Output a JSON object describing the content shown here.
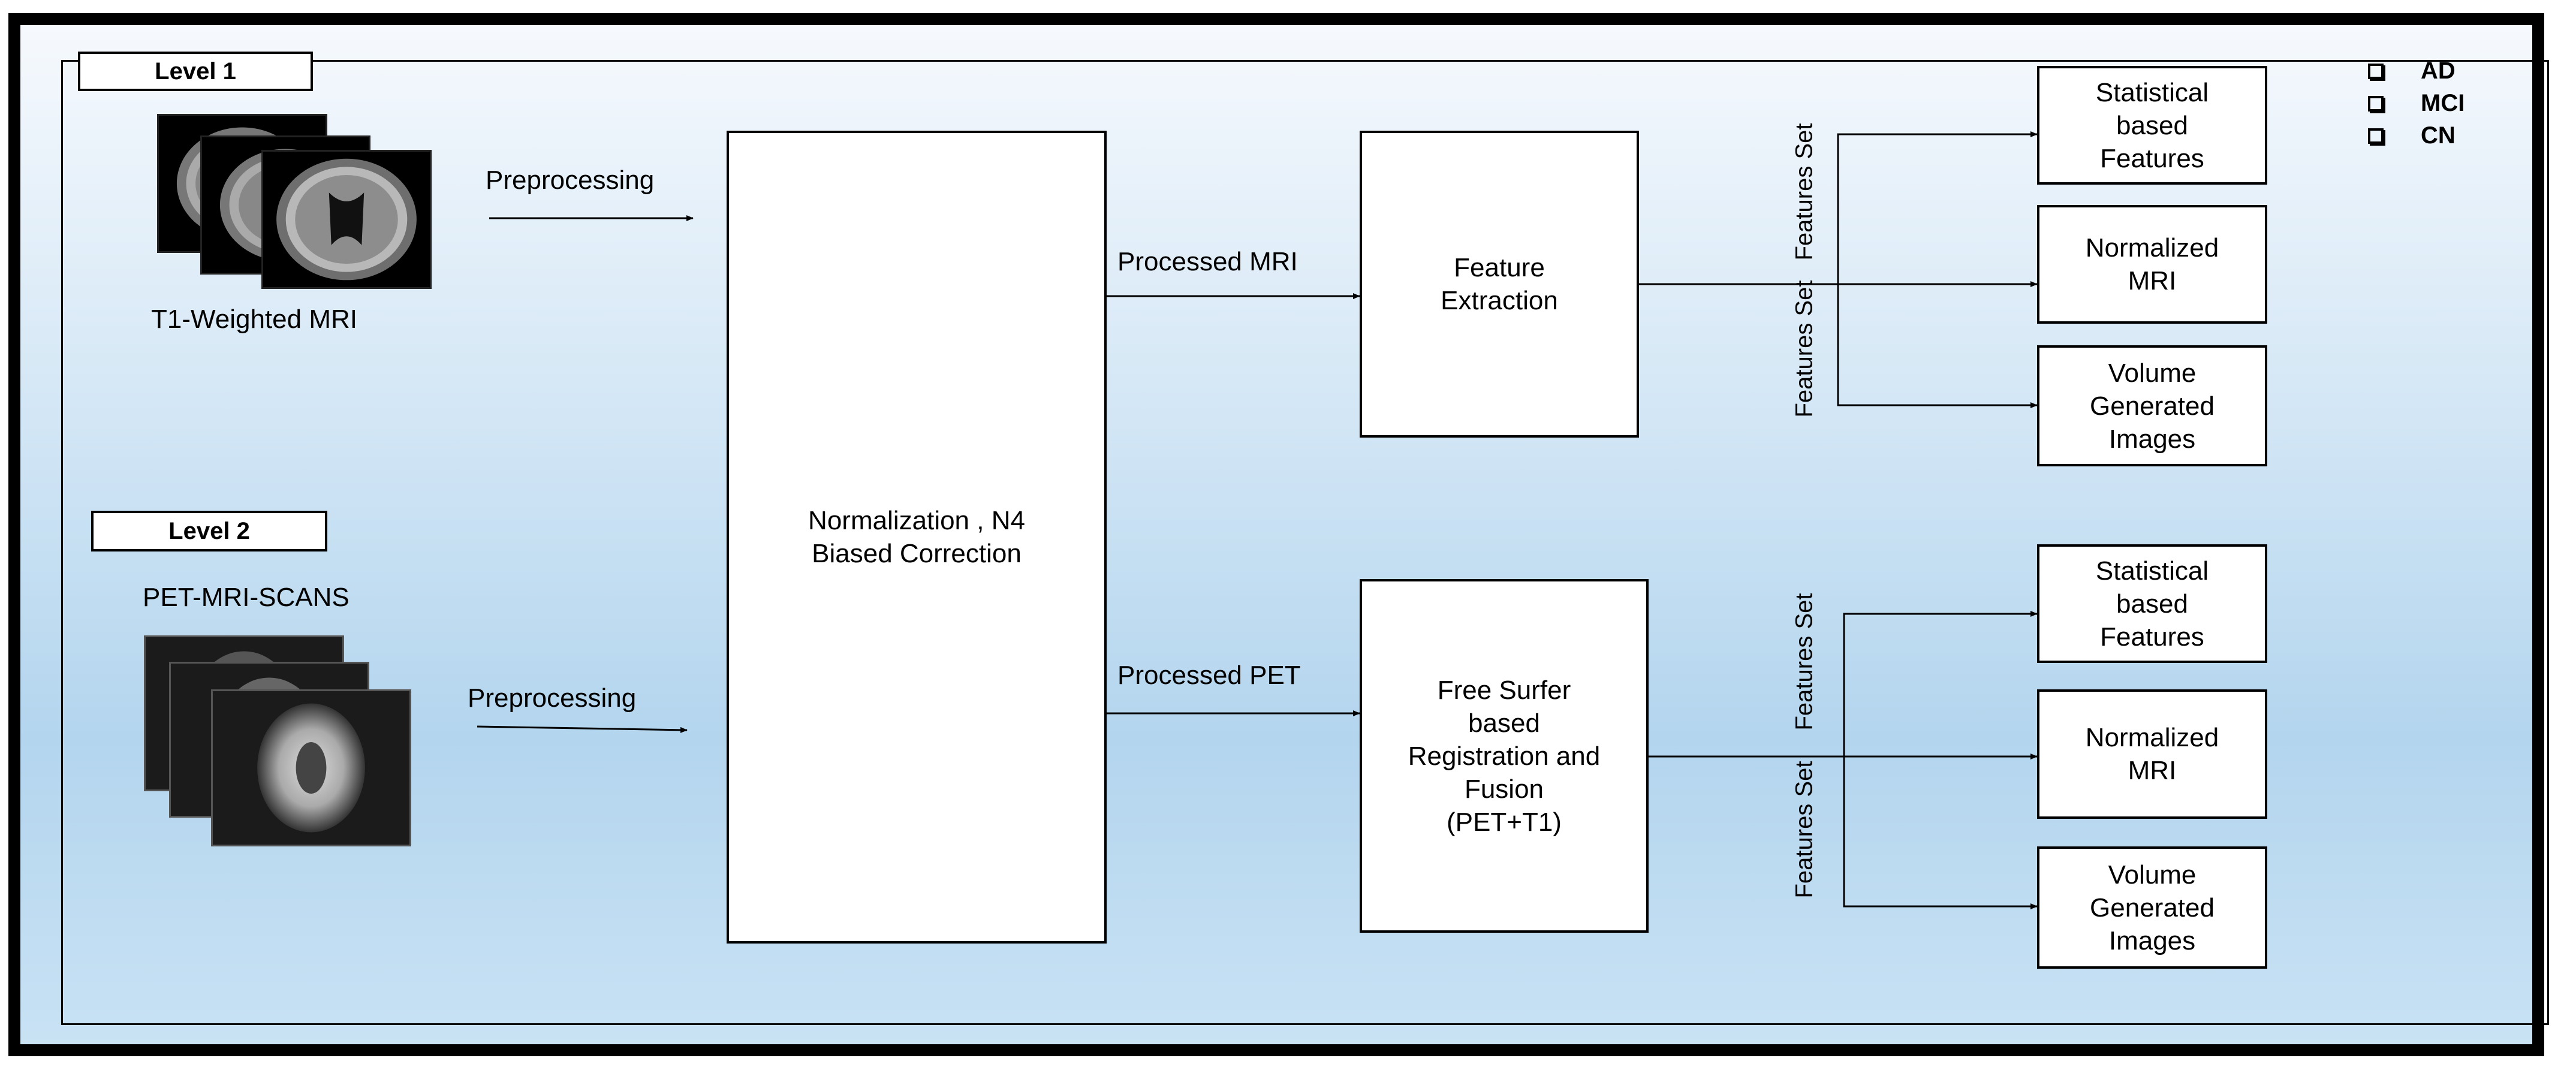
{
  "level1": {
    "label": "Level 1",
    "preprocessing": "Preprocessing",
    "caption": "T1-Weighted MRI"
  },
  "level2": {
    "label": "Level 2",
    "caption": "PET-MRI-SCANS",
    "preprocessing": "Preprocessing"
  },
  "normalization": "Normalization , N4 Biased Correction",
  "processed_mri": "Processed MRI",
  "processed_pet": "Processed PET",
  "feature_extraction": "Feature Extraction",
  "freesurfer": [
    "Free Surfer",
    "based",
    "Registration and",
    "Fusion",
    "(PET+T1)"
  ],
  "features_set_label": "Features Set",
  "top_outputs": [
    [
      "Statistical",
      "based",
      "Features"
    ],
    [
      "Normalized",
      "MRI"
    ],
    [
      "Volume",
      "Generated",
      "Images"
    ]
  ],
  "bottom_outputs": [
    [
      "Statistical",
      "based",
      "Features"
    ],
    [
      "Normalized",
      "MRI"
    ],
    [
      "Volume",
      "Generated",
      "Images"
    ]
  ],
  "legend": [
    "AD",
    "MCI",
    "CN"
  ],
  "colors": {
    "frame": "#000000",
    "background_top": "#f6f9fd",
    "background_bottom": "#b3d5ee",
    "box": "#ffffff"
  }
}
